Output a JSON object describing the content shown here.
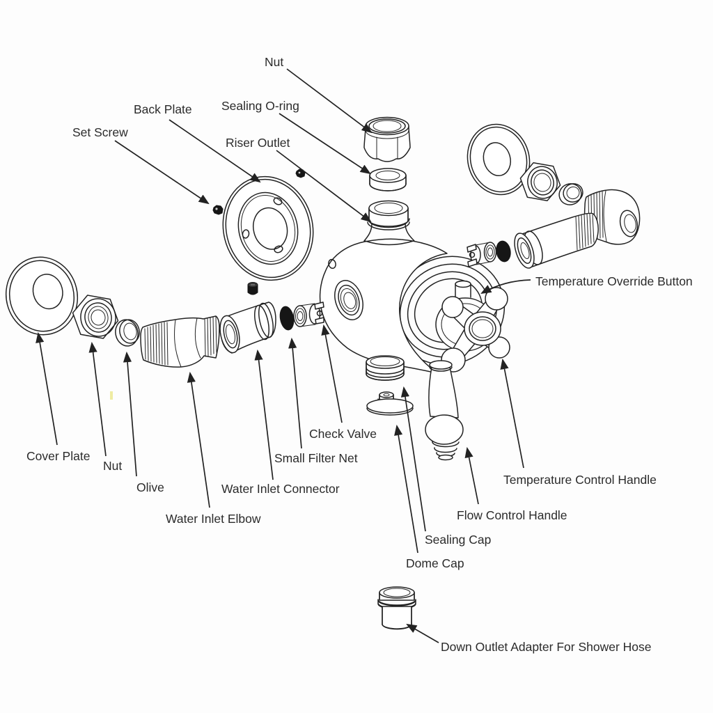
{
  "diagram": {
    "background_color": "#fdfdfd",
    "line_color": "#222222",
    "text_color": "#2b2b2b",
    "dark_part_color": "#161616",
    "artifact_color": "#e3df57",
    "labels": [
      {
        "id": "nut-top",
        "text": "Nut"
      },
      {
        "id": "back-plate",
        "text": "Back Plate"
      },
      {
        "id": "sealing-o-ring",
        "text": "Sealing O-ring"
      },
      {
        "id": "set-screw",
        "text": "Set Screw"
      },
      {
        "id": "riser-outlet",
        "text": "Riser Outlet"
      },
      {
        "id": "temperature-override-button",
        "text": "Temperature Override Button"
      },
      {
        "id": "cover-plate",
        "text": "Cover Plate"
      },
      {
        "id": "nut-bottom",
        "text": "Nut"
      },
      {
        "id": "olive",
        "text": "Olive"
      },
      {
        "id": "water-inlet-elbow",
        "text": "Water Inlet Elbow"
      },
      {
        "id": "water-inlet-connector",
        "text": "Water Inlet Connector"
      },
      {
        "id": "small-filter-net",
        "text": "Small Filter Net"
      },
      {
        "id": "check-valve",
        "text": "Check Valve"
      },
      {
        "id": "sealing-cap",
        "text": "Sealing Cap"
      },
      {
        "id": "dome-cap",
        "text": "Dome Cap"
      },
      {
        "id": "flow-control-handle",
        "text": "Flow Control Handle"
      },
      {
        "id": "temperature-control-handle",
        "text": "Temperature Control Handle"
      },
      {
        "id": "down-outlet-adapter",
        "text": "Down Outlet Adapter For Shower Hose"
      }
    ]
  }
}
